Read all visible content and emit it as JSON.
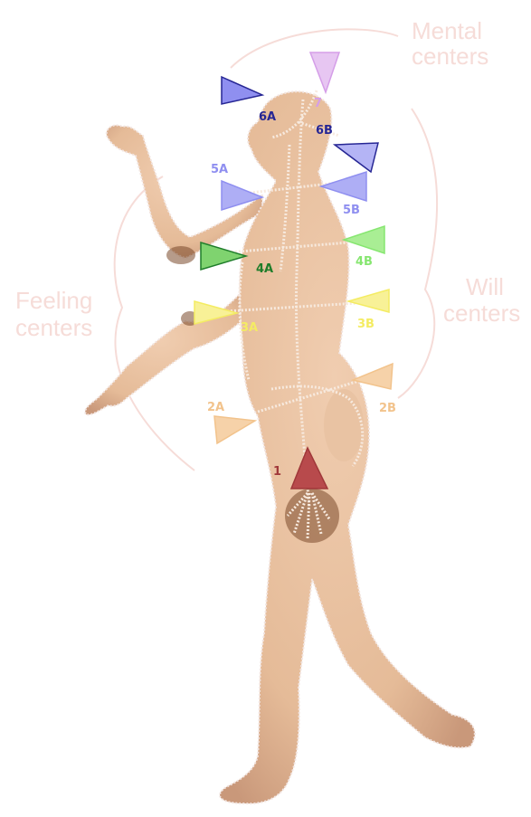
{
  "groups": {
    "mental": [
      "Mental",
      "centers"
    ],
    "feeling": [
      "Feeling",
      "centers"
    ],
    "will": [
      "Will",
      "centers"
    ]
  },
  "chakras": [
    {
      "id": "1",
      "label": "1",
      "color": "#a0383a"
    },
    {
      "id": "2A",
      "label": "2A",
      "color": "#f2c38c"
    },
    {
      "id": "2B",
      "label": "2B",
      "color": "#f2c38c"
    },
    {
      "id": "3A",
      "label": "3A",
      "color": "#f4ec63"
    },
    {
      "id": "3B",
      "label": "3B",
      "color": "#f4ec63"
    },
    {
      "id": "4A",
      "label": "4A",
      "color": "#1f7d2a"
    },
    {
      "id": "4B",
      "label": "4B",
      "color": "#86e670"
    },
    {
      "id": "5A",
      "label": "5A",
      "color": "#8f8ff0"
    },
    {
      "id": "5B",
      "label": "5B",
      "color": "#8f8ff0"
    },
    {
      "id": "6A",
      "label": "6A",
      "color": "#262694"
    },
    {
      "id": "6B",
      "label": "6B",
      "color": "#262694"
    },
    {
      "id": "7",
      "label": "7",
      "color": "#d59ee8"
    }
  ],
  "colors": {
    "skin": "#ecc6a6",
    "skin_shadow": "#b88a6a",
    "channel": "#f7eadf",
    "aura": "#f4d9d4"
  }
}
